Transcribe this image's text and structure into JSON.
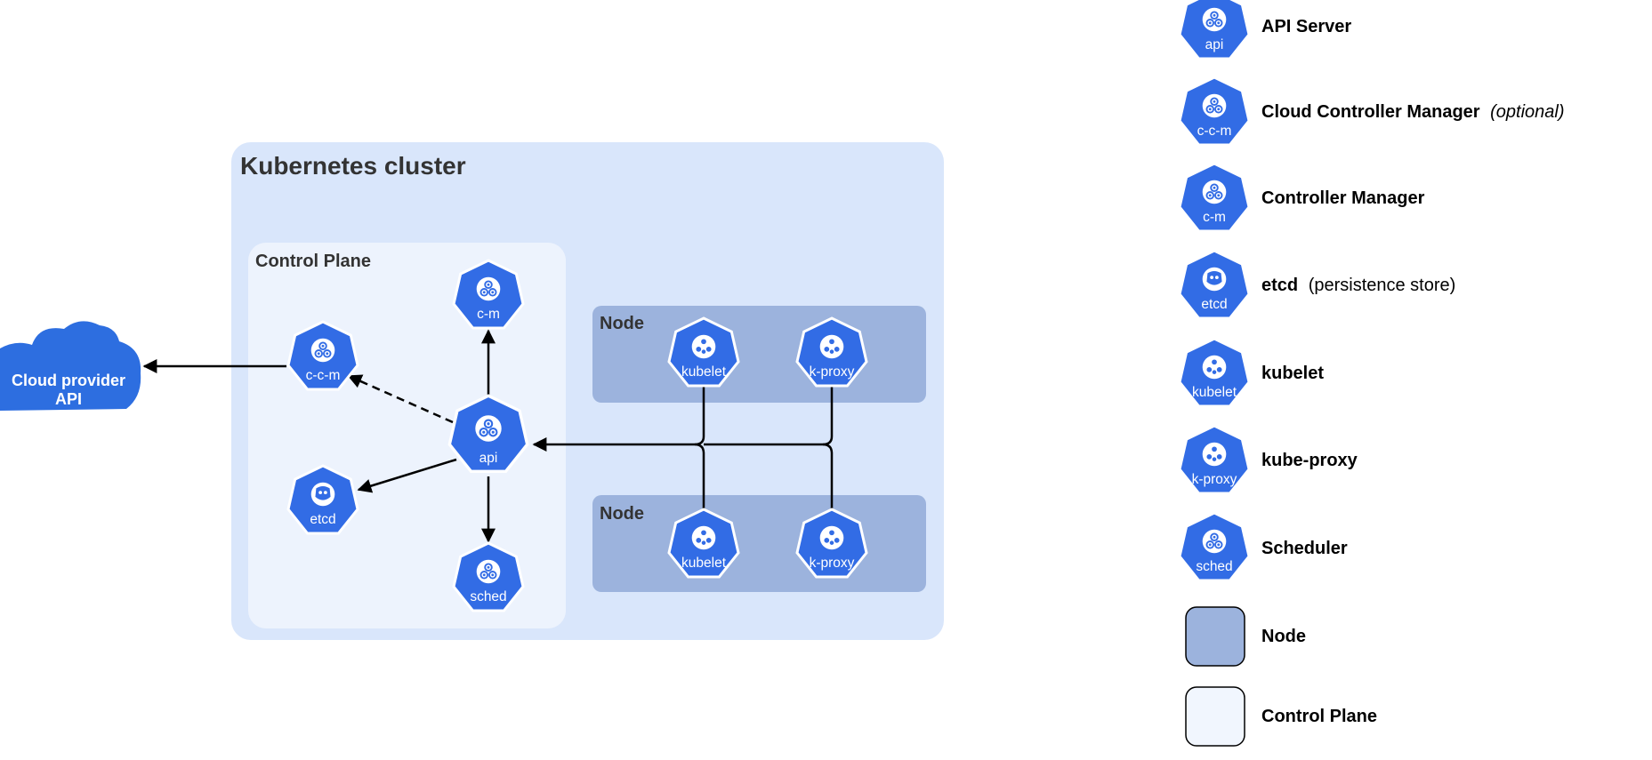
{
  "diagram": {
    "cluster_title": "Kubernetes cluster",
    "control_plane_title": "Control Plane",
    "node1_title": "Node",
    "node2_title": "Node",
    "cloud_label_line1": "Cloud provider",
    "cloud_label_line2": "API",
    "components": {
      "api": "api",
      "cm": "c-m",
      "ccm": "c-c-m",
      "etcd": "etcd",
      "sched": "sched",
      "node1_kubelet": "kubelet",
      "node1_kproxy": "k-proxy",
      "node2_kubelet": "kubelet",
      "node2_kproxy": "k-proxy"
    }
  },
  "legend": {
    "api": {
      "icon_label": "api",
      "name": "API Server",
      "note": ""
    },
    "ccm": {
      "icon_label": "c-c-m",
      "name": "Cloud Controller Manager",
      "note": "(optional)"
    },
    "cm": {
      "icon_label": "c-m",
      "name": "Controller Manager",
      "note": ""
    },
    "etcd": {
      "icon_label": "etcd",
      "name": "etcd",
      "note": "(persistence store)"
    },
    "kubelet": {
      "icon_label": "kubelet",
      "name": "kubelet",
      "note": ""
    },
    "kproxy": {
      "icon_label": "k-proxy",
      "name": "kube-proxy",
      "note": ""
    },
    "sched": {
      "icon_label": "sched",
      "name": "Scheduler",
      "note": ""
    },
    "node": {
      "name": "Node"
    },
    "control_plane": {
      "name": "Control Plane"
    }
  },
  "colors": {
    "k8s_blue": "#326ce5",
    "cluster_bg": "#d9e6fb",
    "control_plane_bg": "#edf3fd",
    "node_bg": "#9cb3dd",
    "cloud": "#2d6ee0",
    "arrow": "#000000"
  }
}
